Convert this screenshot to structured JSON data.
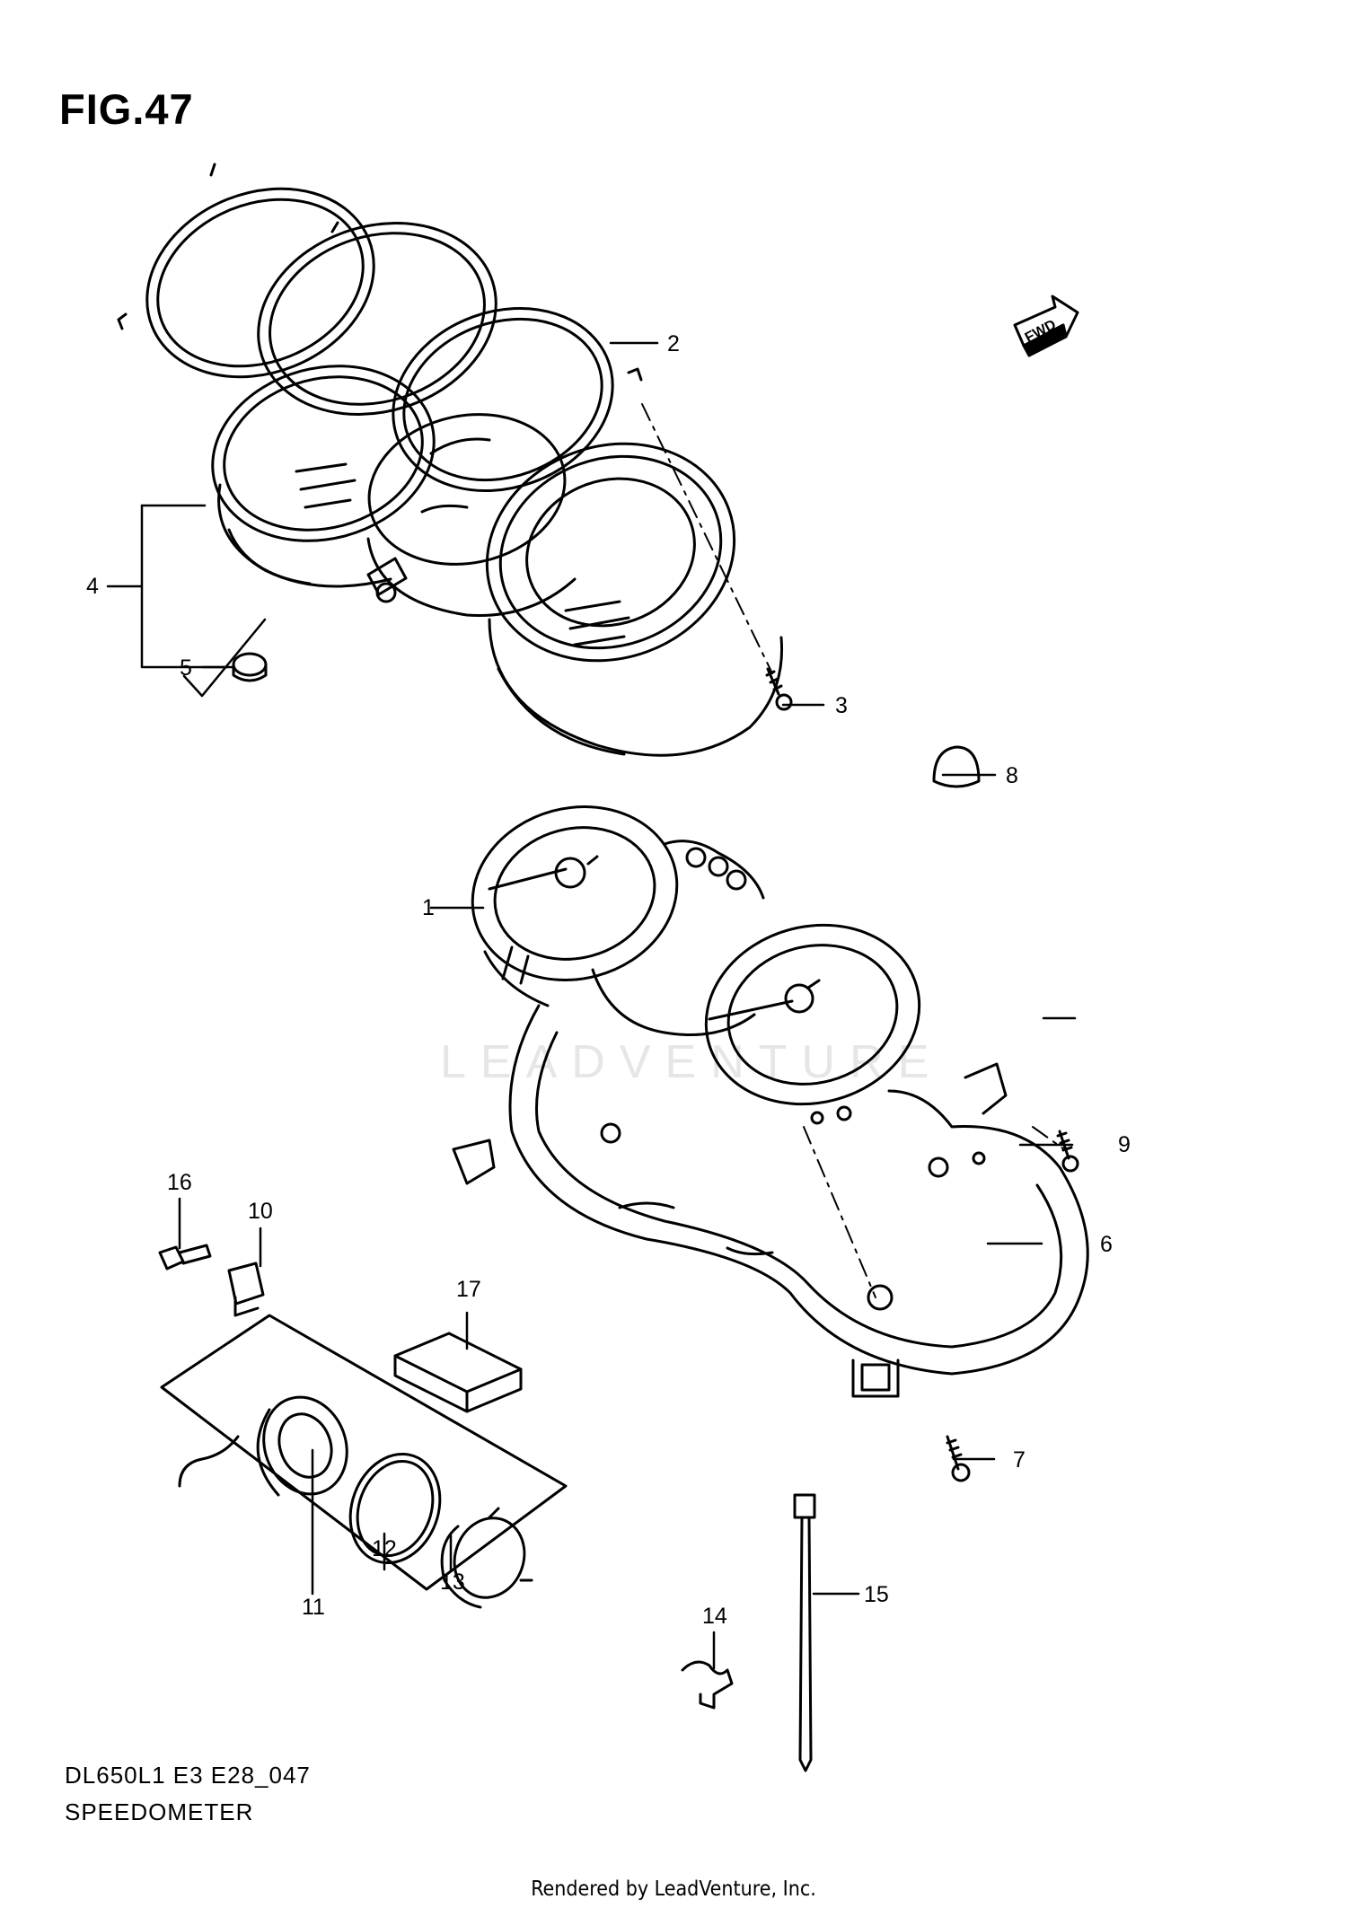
{
  "figure_title": "FIG.47",
  "forward_badge": "FWD",
  "watermark": "LEADVENTURE",
  "model_code": "DL650L1 E3 E28_047",
  "section_name": "SPEEDOMETER",
  "render_credit": "Rendered by LeadVenture, Inc.",
  "callouts": [
    "1",
    "2",
    "3",
    "4",
    "5",
    "6",
    "7",
    "8",
    "9",
    "10",
    "11",
    "12",
    "13",
    "14",
    "15",
    "16",
    "17"
  ]
}
